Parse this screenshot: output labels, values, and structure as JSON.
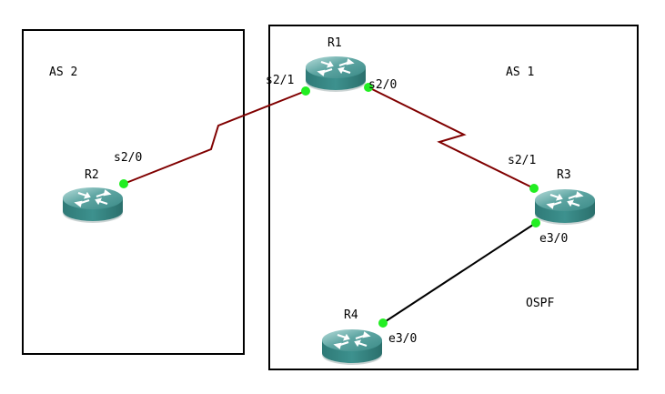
{
  "areas": [
    {
      "label": "AS 2"
    },
    {
      "label": "AS 1"
    }
  ],
  "area_note": "OSPF",
  "routers": [
    {
      "name": "R1"
    },
    {
      "name": "R2"
    },
    {
      "name": "R3"
    },
    {
      "name": "R4"
    }
  ],
  "interfaces": {
    "r1_s21": "s2/1",
    "r1_s20": "s2/0",
    "r2_s20": "s2/0",
    "r3_s21": "s2/1",
    "r3_e30": "e3/0",
    "r4_e30": "e3/0"
  },
  "colors": {
    "serial_link": "#800000",
    "ethernet_link": "#000000",
    "port_up": "#22ee22",
    "router": "#3d8f8c"
  }
}
